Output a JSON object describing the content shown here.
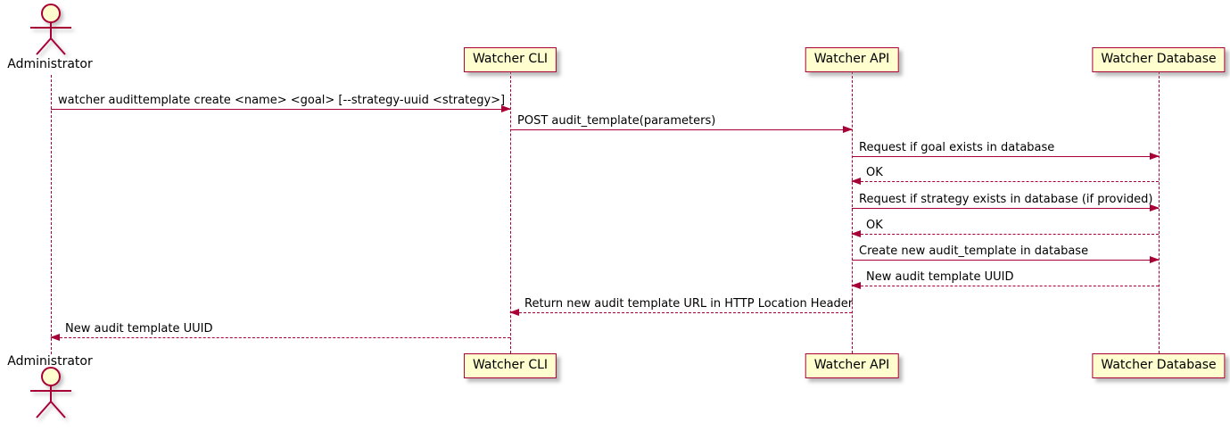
{
  "diagram_type": "uml-sequence-diagram",
  "actor": {
    "name": "Administrator"
  },
  "participants": [
    {
      "name": "Watcher CLI"
    },
    {
      "name": "Watcher API"
    },
    {
      "name": "Watcher Database"
    }
  ],
  "messages": [
    {
      "from": "Administrator",
      "to": "Watcher CLI",
      "style": "solid",
      "text": "watcher audittemplate create <name> <goal> [--strategy-uuid <strategy>]"
    },
    {
      "from": "Watcher CLI",
      "to": "Watcher API",
      "style": "solid",
      "text": "POST audit_template(parameters)"
    },
    {
      "from": "Watcher API",
      "to": "Watcher Database",
      "style": "solid",
      "text": "Request if goal exists in database"
    },
    {
      "from": "Watcher Database",
      "to": "Watcher API",
      "style": "dashed",
      "text": "OK"
    },
    {
      "from": "Watcher API",
      "to": "Watcher Database",
      "style": "solid",
      "text": "Request if strategy exists in database (if provided)"
    },
    {
      "from": "Watcher Database",
      "to": "Watcher API",
      "style": "dashed",
      "text": "OK"
    },
    {
      "from": "Watcher API",
      "to": "Watcher Database",
      "style": "solid",
      "text": "Create new audit_template in database"
    },
    {
      "from": "Watcher Database",
      "to": "Watcher API",
      "style": "dashed",
      "text": "New audit template UUID"
    },
    {
      "from": "Watcher API",
      "to": "Watcher CLI",
      "style": "dashed",
      "text": "Return new audit template URL in HTTP Location Header"
    },
    {
      "from": "Watcher CLI",
      "to": "Administrator",
      "style": "dashed",
      "text": "New audit template UUID"
    }
  ],
  "colors": {
    "participant_fill": "#FEFECE",
    "line": "#A80036",
    "text": "#000000",
    "background": "#FFFFFF"
  }
}
